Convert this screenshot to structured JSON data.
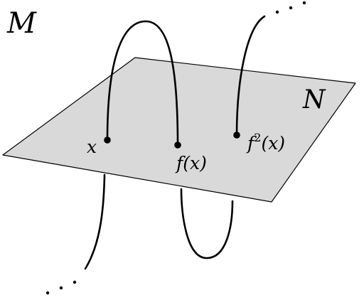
{
  "labels": {
    "manifold": "M",
    "submanifold": "N",
    "point": "x",
    "image": "f(x)",
    "image2_base": "f",
    "image2_exp": "2",
    "image2_arg": "(x)"
  },
  "colors": {
    "plane_fill": "#d9d9d9",
    "stroke": "#000000",
    "background": "#ffffff"
  }
}
